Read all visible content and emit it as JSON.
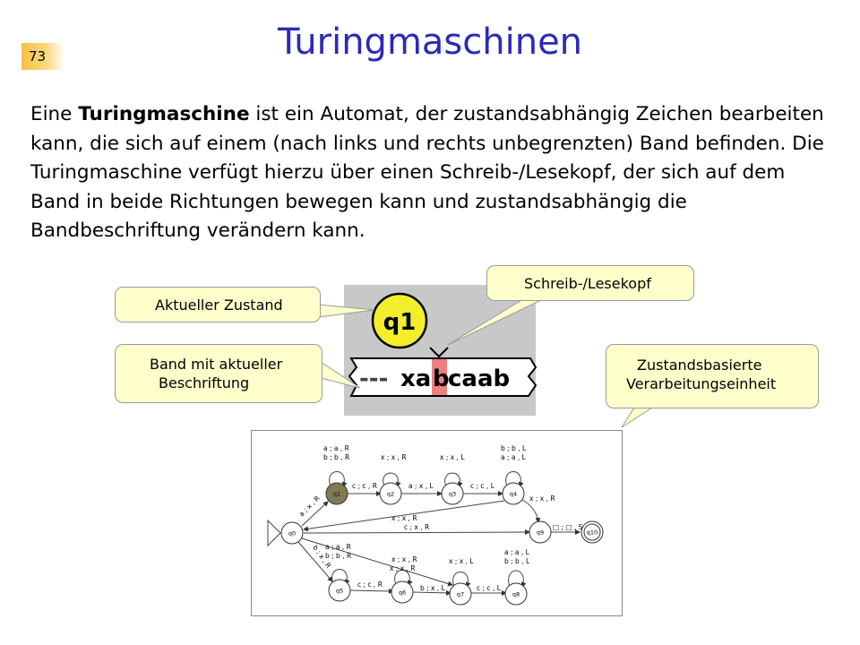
{
  "slide": {
    "number": "73",
    "title": "Turingmaschinen",
    "paragraph": {
      "intro": "Eine ",
      "term": "Turingmaschine",
      "rest": " ist ein Automat, der zustandsabhängig Zeichen bearbeiten kann, die sich auf einem (nach links und rechts unbegrenzten) Band befinden. Die Turingmaschine verfügt hierzu über einen Schreib-/Lesekopf, der sich auf dem Band in beide Richtungen bewegen kann und zustandsabhängig die Bandbeschriftung verändern kann."
    }
  },
  "callouts": {
    "state": "Aktueller Zustand",
    "head": "Schreib-/Lesekopf",
    "tape_line1": "Band mit aktueller",
    "tape_line2": "Beschriftung",
    "unit_line1": "Zustandsbasierte",
    "unit_line2": "Verarbeitungseinheit"
  },
  "machine_picture": {
    "state_label": "q1",
    "tape_dashes": "---",
    "tape_before": "xa",
    "tape_current": "b",
    "tape_after": "caab",
    "colors": {
      "background": "#c8c8c8",
      "state_fill": "#f2ee2c",
      "head_highlight": "#f08080"
    }
  },
  "automaton": {
    "states": [
      "q0",
      "q1",
      "q2",
      "q3",
      "q4",
      "q5",
      "q6",
      "q7",
      "q8",
      "q9",
      "q10"
    ],
    "transitions": {
      "q1_loop_1": "a ; a , R",
      "q1_loop_2": "b ; b , R",
      "q2_loop": "x ; x , R",
      "q3_loop": "x ; x , L",
      "q4_loop_1": "b ; b , L",
      "q4_loop_2": "a ; a , L",
      "q0_q1": "a ; x , R",
      "q1_q2": "c ; c , R",
      "q2_q3": "a ; x , L",
      "q3_q4": "c ; c , L",
      "q4_q9": "x ; x , R",
      "q4_q0": "x ; x , R",
      "q0_q9": "c ; x , R",
      "q9_q10": "□ ; □ , S",
      "q0_q5": "b ; x , R",
      "q5_loop_1": "a ; a , R",
      "q5_loop_2": "b ; b , R",
      "q5_q6": "c ; c , R",
      "q6_loop_1": "x ; x , R",
      "q6_loop_2": "x ; x , R",
      "q6_q7": "b ; x , L",
      "q7_loop": "x ; x , L",
      "q7_q8": "c ; c , L",
      "q8_loop_1": "a ; a , L",
      "q8_loop_2": "b ; b , L"
    }
  }
}
